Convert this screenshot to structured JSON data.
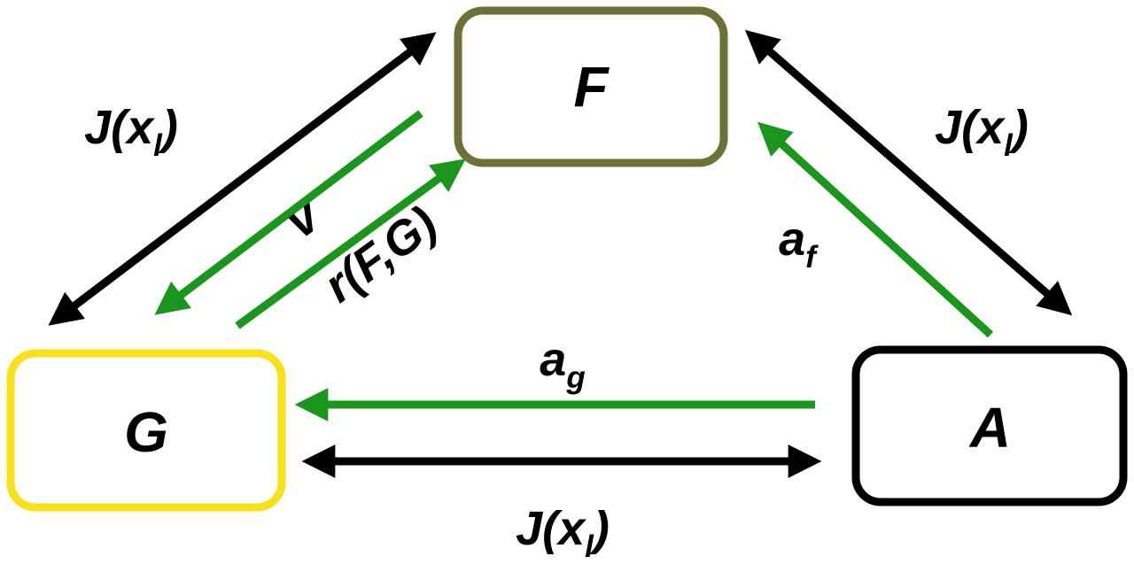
{
  "diagram": {
    "nodes": {
      "F": {
        "label": "F",
        "border_color": "#6d7135"
      },
      "G": {
        "label": "G",
        "border_color": "#f8e11a"
      },
      "A": {
        "label": "A",
        "border_color": "#000000"
      }
    },
    "labels": {
      "jxl_top_left": {
        "base": "J(x",
        "sub": "l",
        "suffix": ")"
      },
      "jxl_top_right": {
        "base": "J(x",
        "sub": "l",
        "suffix": ")"
      },
      "jxl_bottom": {
        "base": "J(x",
        "sub": "l",
        "suffix": ")"
      },
      "v": {
        "base": "v"
      },
      "r_fg": {
        "base": "r(F,G)"
      },
      "a_f": {
        "base": "a",
        "sub": "f"
      },
      "a_g": {
        "base": "a",
        "sub": "g"
      }
    },
    "colors": {
      "arrow_black": "#000000",
      "arrow_green": "#1a961d",
      "node_fill": "#ffffff",
      "background": "#ffffff",
      "text": "#000000"
    }
  }
}
